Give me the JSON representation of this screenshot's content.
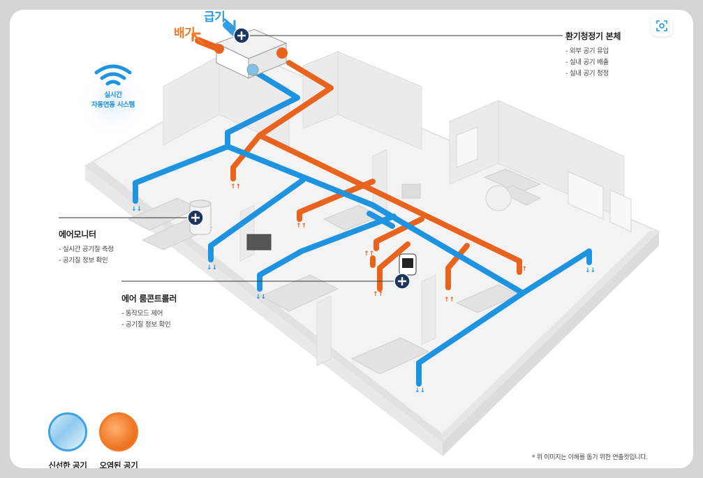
{
  "labels": {
    "exhaust": "배기",
    "supply": "급기"
  },
  "wifi": {
    "line1": "실시간",
    "line2": "자동연동 시스템"
  },
  "callouts": {
    "main_unit": {
      "title": "환기청정기 본체",
      "items": [
        "외부 공기 유입",
        "실내 공기 배출",
        "실내 공기 청정"
      ]
    },
    "air_monitor": {
      "title": "에어모니터",
      "items": [
        "실시간 공기질 측정",
        "공기질 정보 확인"
      ]
    },
    "room_controller": {
      "title": "에어 룸콘트롤러",
      "items": [
        "동작모드 제어",
        "공기질 정보 확인"
      ]
    }
  },
  "legend": {
    "fresh": "신선한 공기",
    "polluted": "오염된 공기"
  },
  "note": "* 위 이미지는 이해를 돕기 위한 연출컷입니다.",
  "colors": {
    "fresh": "#1e94e0",
    "polluted": "#e8641e",
    "marker": "#1d3660"
  },
  "icons": {
    "zoom": "focus-zoom-icon",
    "wifi": "wifi-icon",
    "marker": "plus-marker-icon"
  }
}
